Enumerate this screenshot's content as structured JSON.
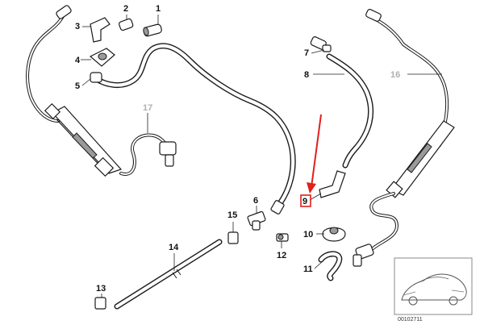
{
  "callouts": {
    "c1": "1",
    "c2": "2",
    "c3": "3",
    "c4": "4",
    "c5": "5",
    "c6": "6",
    "c7": "7",
    "c8": "8",
    "c9": "9",
    "c10": "10",
    "c11": "11",
    "c12": "12",
    "c13": "13",
    "c14": "14",
    "c15": "15",
    "c16": "16",
    "c17": "17"
  },
  "diagram_code": "00102711",
  "colors": {
    "highlight": "#e0201c",
    "inactive_callout": "#b0b0b0",
    "line": "#1a1a1a"
  }
}
